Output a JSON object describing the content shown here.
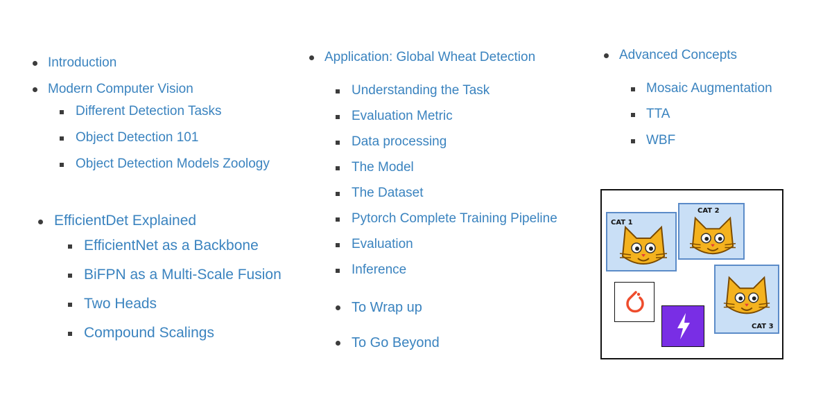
{
  "col1": {
    "intro": "Introduction",
    "modern_cv": "Modern Computer Vision",
    "modern_cv_items": [
      "Different Detection Tasks",
      "Object Detection 101",
      "Object Detection Models Zoology"
    ],
    "efficientdet": "EfficientDet Explained",
    "efficientdet_items": [
      "EfficientNet as a Backbone",
      "BiFPN as a Multi-Scale Fusion",
      "Two Heads",
      "Compound Scalings"
    ]
  },
  "col2": {
    "application": "Application: Global Wheat Detection",
    "application_items": [
      "Understanding the Task",
      "Evaluation Metric",
      "Data processing",
      "The Model",
      "The Dataset",
      "Pytorch Complete Training Pipeline",
      "Evaluation",
      "Inference"
    ],
    "wrap_up": "To Wrap up",
    "go_beyond": "To Go Beyond"
  },
  "col3": {
    "advanced": "Advanced Concepts",
    "advanced_items": [
      "Mosaic Augmentation",
      "TTA",
      "WBF"
    ]
  },
  "diagram": {
    "cat1": "CAT 1",
    "cat2": "CAT 2",
    "cat3": "CAT 3",
    "icons": [
      "cat-icon",
      "pytorch-icon",
      "lightning-icon"
    ]
  },
  "colors": {
    "link": "#3a83bf",
    "bullet": "#3c3c3c",
    "cat_box_fill": "#c9dff6",
    "cat_box_border": "#5b8bc8",
    "cat_face": "#f4b21e",
    "pytorch": "#ee4c2c",
    "lightning": "#792ee5"
  }
}
